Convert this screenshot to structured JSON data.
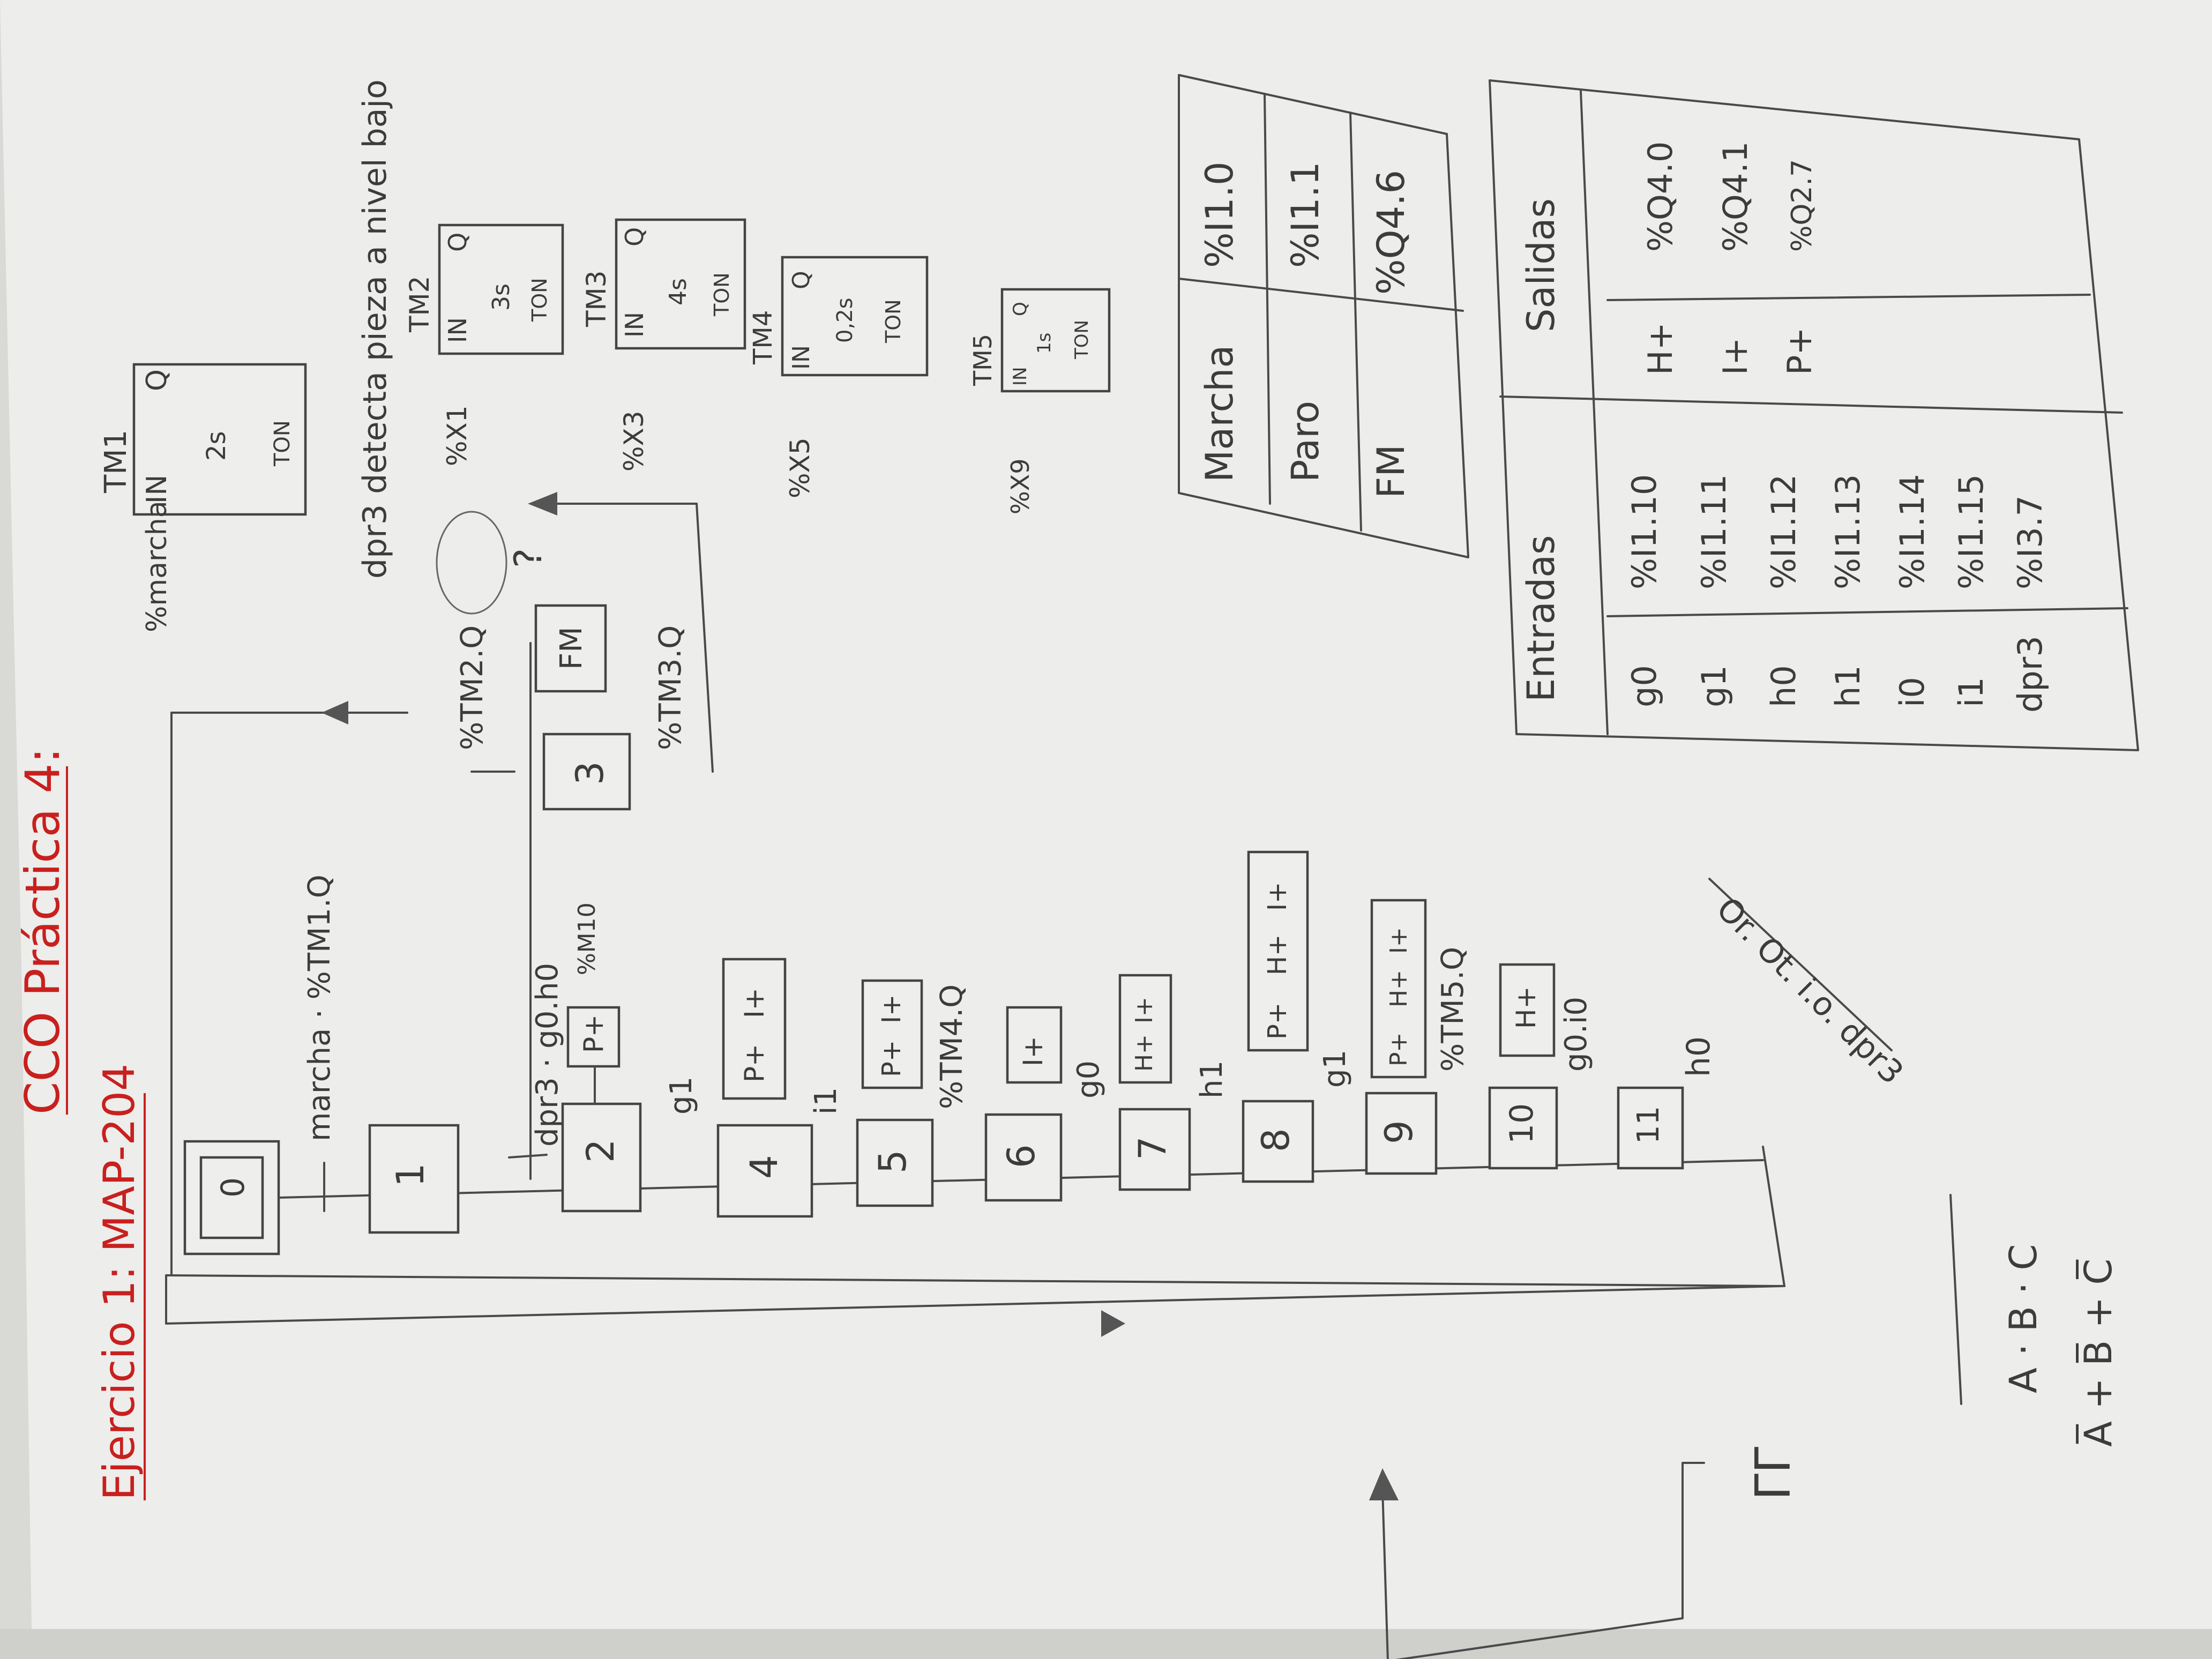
{
  "title": "CCO Práctica 4:",
  "exercise": "Ejercicio 1: MAP-204",
  "tm1": {
    "name": "TM1",
    "in_label": "%marcha",
    "pin_in": "IN",
    "pin_q": "Q",
    "time": "2s",
    "type": "TON"
  },
  "tm2": {
    "name": "TM2",
    "in_label": "%X1",
    "pin_in": "IN",
    "pin_q": "Q",
    "time": "3s",
    "type": "TON"
  },
  "tm3": {
    "name": "TM3",
    "in_label": "%X3",
    "pin_in": "IN",
    "pin_q": "Q",
    "time": "4s",
    "type": "TON"
  },
  "tm4": {
    "name": "TM4",
    "in_label": "%X5",
    "pin_in": "IN",
    "pin_q": "Q",
    "time": "0,2s",
    "type": "TON"
  },
  "tm5": {
    "name": "TM5",
    "in_label": "%X9",
    "pin_in": "IN",
    "pin_q": "Q",
    "time": "1s",
    "type": "TON"
  },
  "dpr3_note": "dpr3 detecta pieza a nivel bajo",
  "steps": [
    "0",
    "1",
    "2",
    "3",
    "4",
    "5",
    "6",
    "7",
    "8",
    "9",
    "10",
    "11"
  ],
  "transitions": {
    "t0_1": "marcha · %TM1.Q",
    "t1_2": "dpr3 · g0.h0",
    "t1_3": "%TM2.Q",
    "t3_out": "%TM3.Q",
    "t2_4": "g1",
    "t4_5": "i1",
    "t5_6": "%TM4.Q",
    "t6_7": "g0",
    "t7_8": "h1",
    "t8_9": "g1",
    "t9_10": "%TM5.Q",
    "t10_11": "g0.i0",
    "t11_0": "h0"
  },
  "actions": {
    "s2": [
      "P+"
    ],
    "s3": [
      "FM"
    ],
    "s4": [
      "P+",
      "I+"
    ],
    "s5": [
      "P+",
      "I+"
    ],
    "s6": [
      "I+"
    ],
    "s7": [
      "H+",
      "I+"
    ],
    "s8": [
      "P+",
      "H+",
      "I+"
    ],
    "s9": [
      "P+",
      "H+",
      "I+"
    ],
    "s10": [
      "H+"
    ]
  },
  "mem": "%M10",
  "mem_scribble": "%M10",
  "loop_mark": "?",
  "side_note": "Or. Ot. i.o. dpr3",
  "table_small": {
    "rows": [
      [
        "Marcha",
        "%I1.0"
      ],
      [
        "Paro",
        "%I1.1"
      ],
      [
        "FM",
        "%Q4.6"
      ]
    ]
  },
  "table_io": {
    "header_in": "Entradas",
    "header_out": "Salidas",
    "inputs": [
      [
        "g0",
        "%I1.10"
      ],
      [
        "g1",
        "%I1.11"
      ],
      [
        "h0",
        "%I1.12"
      ],
      [
        "h1",
        "%I1.13"
      ],
      [
        "i0",
        "%I1.14"
      ],
      [
        "i1",
        "%I1.15"
      ],
      [
        "dpr3",
        "%I3.7"
      ]
    ],
    "outputs": [
      [
        "H+",
        "%Q4.0"
      ],
      [
        "I+",
        "%Q4.1"
      ],
      [
        "P+",
        "%Q2.7"
      ]
    ]
  },
  "logic_a": "A · B · C",
  "logic_b": "A̅ + B̅ + C̅",
  "doodle": "ΓΓ"
}
